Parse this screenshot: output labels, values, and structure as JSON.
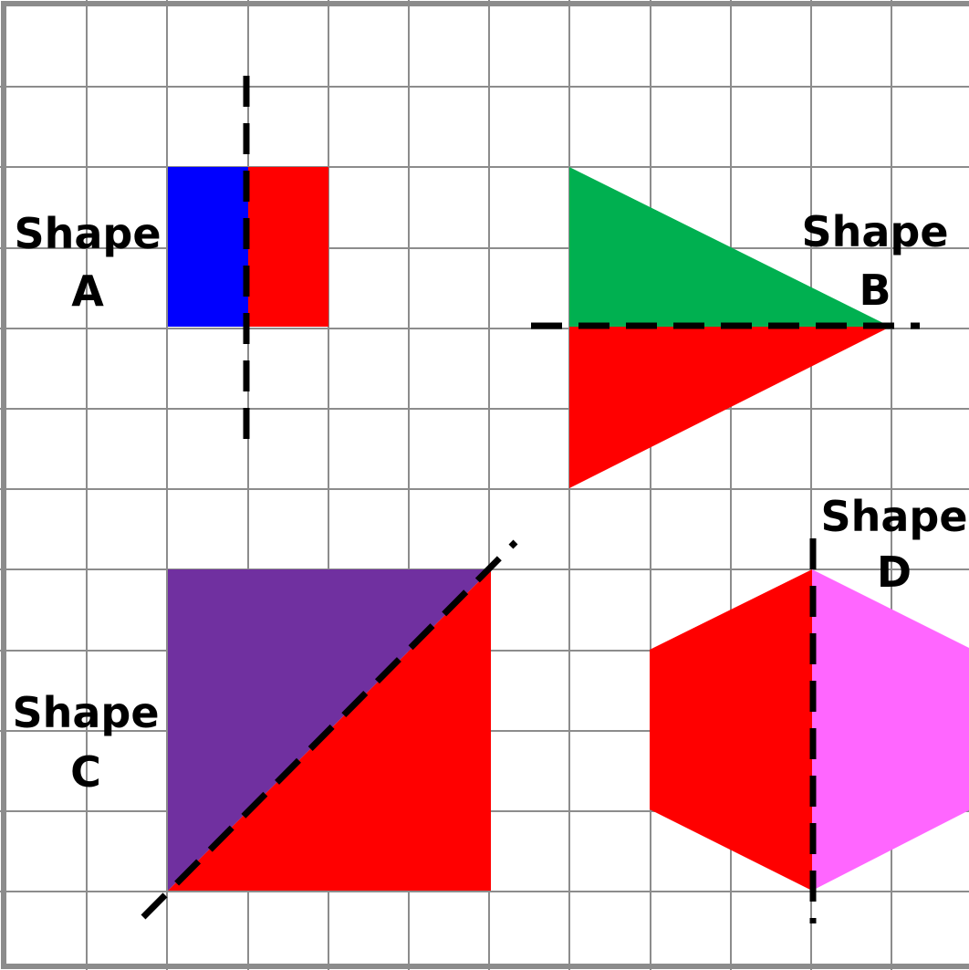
{
  "labels": {
    "a": {
      "line1": "Shape",
      "line2": "A"
    },
    "b": {
      "line1": "Shape",
      "line2": "B"
    },
    "c": {
      "line1": "Shape",
      "line2": "C"
    },
    "d": {
      "line1": "Shape",
      "line2": "D"
    }
  },
  "colors": {
    "background": "#ffffff",
    "grid": "#8c8c8c",
    "border": "#8c8c8c",
    "blue": "#0000ff",
    "red": "#ff0000",
    "green": "#00b050",
    "purple": "#7030a0",
    "pink": "#ff66ff",
    "mirror_line": "#000000"
  }
}
